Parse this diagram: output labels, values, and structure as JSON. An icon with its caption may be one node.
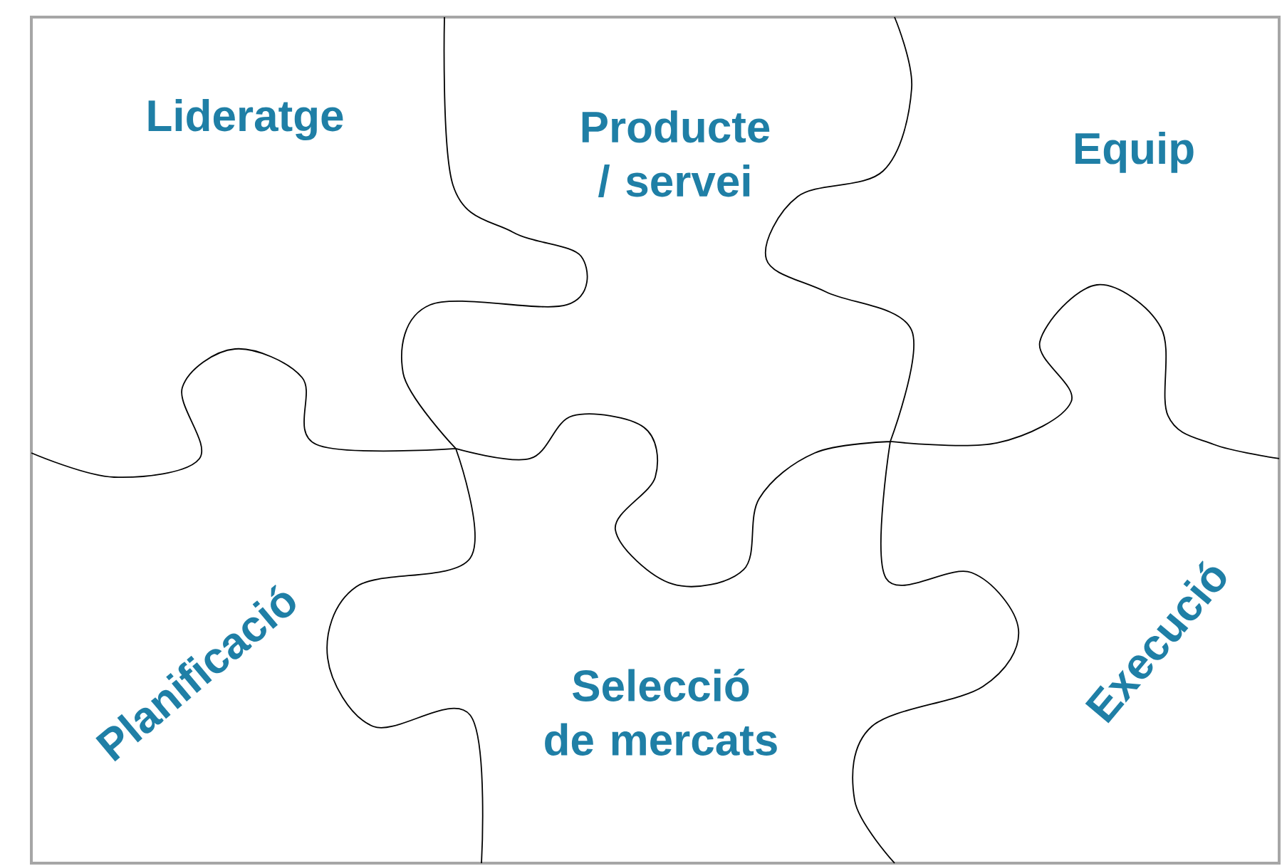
{
  "diagram": {
    "nodes": [
      {
        "text": [
          "Lideratge"
        ]
      },
      {
        "text": [
          "Producte / servei"
        ]
      },
      {
        "text": [
          "Equip"
        ]
      },
      {
        "text": [
          "Planificació"
        ]
      },
      {
        "text": [
          "Selecció de mercats"
        ]
      },
      {
        "text": [
          "Execució"
        ]
      }
    ]
  }
}
